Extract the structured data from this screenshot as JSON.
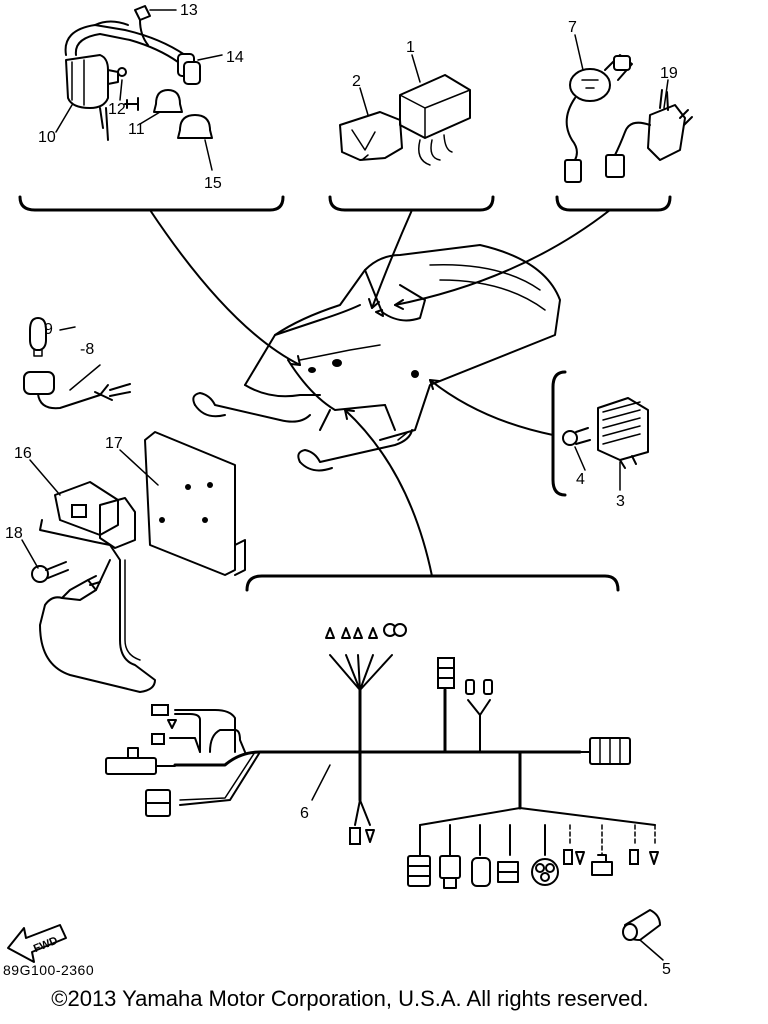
{
  "diagram": {
    "ref_code": "89G100-2360",
    "copyright": "©2013 Yamaha Motor Corporation, U.S.A. All rights reserved.",
    "fwd_label": "FWD",
    "callouts": [
      {
        "id": "p1",
        "label": "1"
      },
      {
        "id": "p2",
        "label": "2"
      },
      {
        "id": "p3",
        "label": "3"
      },
      {
        "id": "p4",
        "label": "4"
      },
      {
        "id": "p5",
        "label": "5"
      },
      {
        "id": "p6",
        "label": "6"
      },
      {
        "id": "p7",
        "label": "7"
      },
      {
        "id": "p8",
        "label": "-8"
      },
      {
        "id": "p9",
        "label": "9"
      },
      {
        "id": "p10",
        "label": "10"
      },
      {
        "id": "p11",
        "label": "11"
      },
      {
        "id": "p12",
        "label": "12"
      },
      {
        "id": "p13",
        "label": "13"
      },
      {
        "id": "p14",
        "label": "14"
      },
      {
        "id": "p15",
        "label": "15"
      },
      {
        "id": "p16",
        "label": "16"
      },
      {
        "id": "p17",
        "label": "17"
      },
      {
        "id": "p18",
        "label": "18"
      },
      {
        "id": "p19",
        "label": "19"
      }
    ]
  }
}
